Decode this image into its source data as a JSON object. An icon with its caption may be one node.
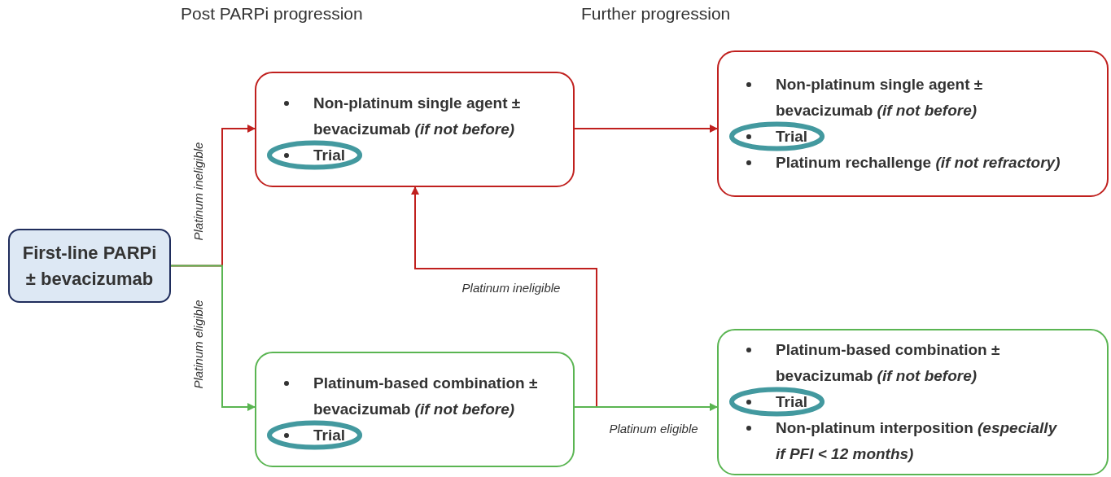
{
  "diagram": {
    "nodes": [
      {
        "text": [
          "First-line PARPi ± bevacizumab"
        ]
      },
      {
        "text": [
          "Non-platinum single agent ± bevacizumab *(if not before)*",
          "Trial"
        ]
      },
      {
        "text": [
          "Platinum-based combination ± bevacizumab *(if not before)*",
          "Trial"
        ]
      },
      {
        "text": [
          "Non-platinum single agent ± bevacizumab *(if not before)*",
          "Trial",
          "Platinum rechallenge *(if not refractory)*"
        ]
      },
      {
        "text": [
          "Platinum-based combination ± bevacizumab *(if not before)*",
          "Trial",
          "Non-platinum interposition *(especially if PFI < 12 months)*"
        ]
      }
    ],
    "edges": [
      {
        "from": 0,
        "to": 1,
        "arrow": "to",
        "label": "Platinum ineligible",
        "color": "#c0201e"
      },
      {
        "from": 0,
        "to": 2,
        "arrow": "to",
        "label": "Platinum eligible",
        "color": "#5ab552"
      },
      {
        "from": 1,
        "to": 3,
        "arrow": "to",
        "color": "#c0201e"
      },
      {
        "from": 2,
        "to": 1,
        "arrow": "to",
        "label": "Platinum ineligible",
        "color": "#c0201e"
      },
      {
        "from": 2,
        "to": 4,
        "arrow": "to",
        "label": "Platinum eligible",
        "color": "#5ab552"
      }
    ],
    "labels": [
      "Post PARPi progression",
      "Further progression"
    ]
  }
}
